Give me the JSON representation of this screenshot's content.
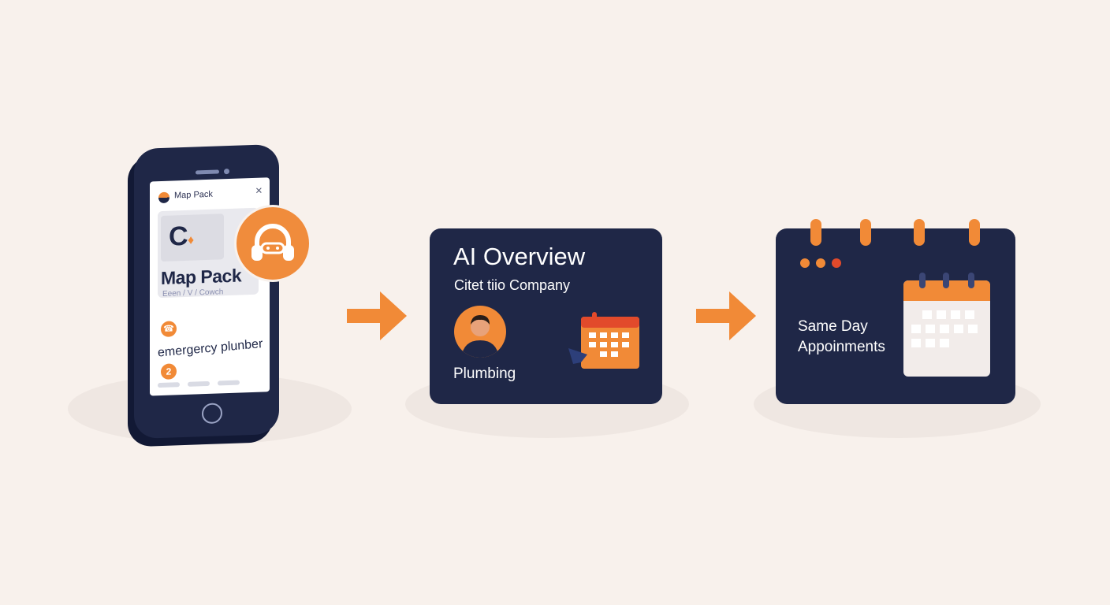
{
  "phone": {
    "header_title": "Map Pack",
    "close_glyph": "×",
    "map_title": "Map Pack",
    "map_subtitle": "Eeen / V / Cowch",
    "search_query": "emergercy plunber",
    "rank_number": "2",
    "icons": [
      "google-logo-icon",
      "close-icon",
      "map-c-icon",
      "pin-icon",
      "phone-icon",
      "headset-icon"
    ]
  },
  "ai_overview": {
    "title": "AI Overview",
    "subtitle": "Citet tiio Company",
    "label": "Plumbing",
    "icons": [
      "avatar-icon",
      "calendar-icon",
      "cursor-icon"
    ]
  },
  "same_day": {
    "line1": "Same Day",
    "line2": "Appoinments",
    "icons": [
      "calendar-icon",
      "window-dots-icon"
    ]
  },
  "colors": {
    "background": "#f8f1ec",
    "navy": "#1f2747",
    "orange": "#f18a37",
    "red": "#e24a2b",
    "white": "#ffffff"
  }
}
